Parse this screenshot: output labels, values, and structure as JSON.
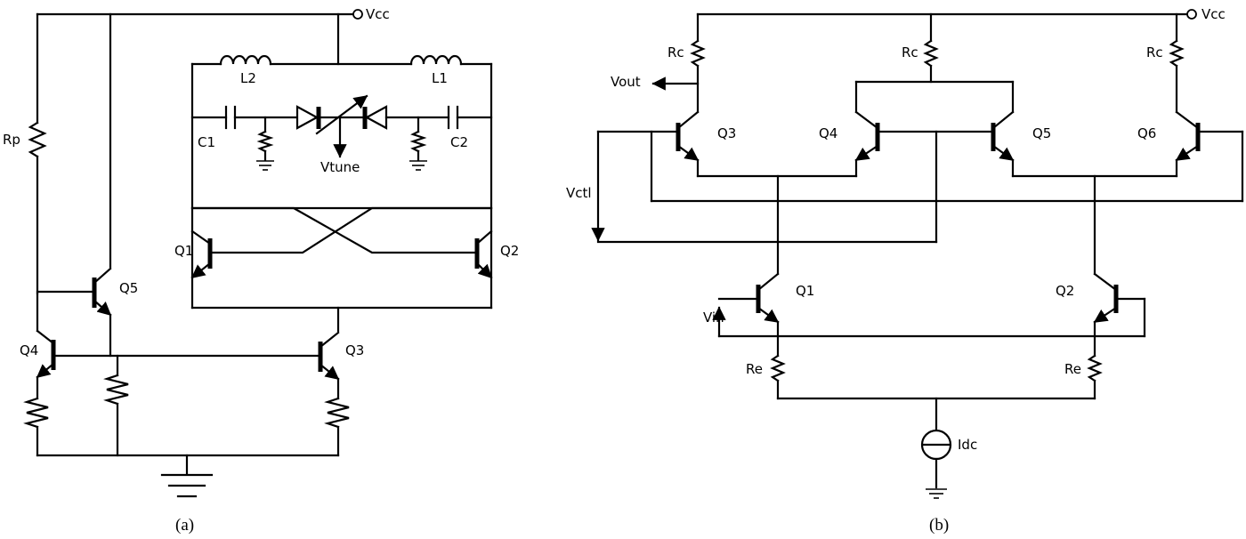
{
  "diagram_a": {
    "caption": "(a)",
    "labels": {
      "vcc": "Vcc",
      "rp": "Rp",
      "l1": "L1",
      "l2": "L2",
      "c1": "C1",
      "c2": "C2",
      "vtune": "Vtune",
      "q1": "Q1",
      "q2": "Q2",
      "q3": "Q3",
      "q4": "Q4",
      "q5": "Q5"
    }
  },
  "diagram_b": {
    "caption": "(b)",
    "labels": {
      "vcc": "Vcc",
      "rc": "Rc",
      "vout": "Vout",
      "vctl": "Vctl",
      "vin": "Vin",
      "re": "Re",
      "idc": "Idc",
      "q1": "Q1",
      "q2": "Q2",
      "q3": "Q3",
      "q4": "Q4",
      "q5": "Q5",
      "q6": "Q6"
    }
  }
}
